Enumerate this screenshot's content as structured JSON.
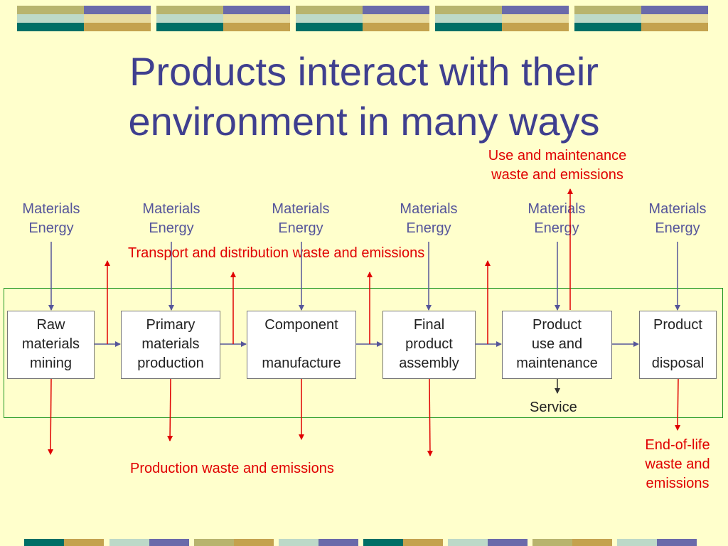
{
  "slide": {
    "title_lines": [
      "Products interact with their",
      "environment in many ways"
    ]
  },
  "inputs": {
    "line1": "Materials",
    "line2": "Energy"
  },
  "stages": [
    {
      "id": "raw",
      "lines": [
        "Raw",
        "materials",
        "mining"
      ]
    },
    {
      "id": "primary",
      "lines": [
        "Primary",
        "materials",
        "production"
      ]
    },
    {
      "id": "component",
      "lines": [
        "Component",
        "",
        "manufacture"
      ]
    },
    {
      "id": "final",
      "lines": [
        "Final",
        "product",
        "assembly"
      ]
    },
    {
      "id": "use",
      "lines": [
        "Product",
        "use and",
        "maintenance"
      ]
    },
    {
      "id": "disposal",
      "lines": [
        "Product",
        "",
        "disposal"
      ]
    }
  ],
  "labels": {
    "use_maintenance": [
      "Use and maintenance",
      "waste and emissions"
    ],
    "transport": "Transport and distribution waste and emissions",
    "production": "Production waste and emissions",
    "end_of_life": [
      "End-of-life",
      "waste and",
      "emissions"
    ],
    "service": "Service"
  },
  "colors": {
    "background": "#ffffcc",
    "title": "#3f3f8f",
    "inputs": "#55559a",
    "waste": "#e00000",
    "frame": "#229922",
    "deco_teal": "#006f66",
    "deco_olive": "#b8b46e",
    "deco_purple": "#6a6aaa",
    "deco_gold": "#c4a24e",
    "deco_light": "#bdd9c8"
  }
}
